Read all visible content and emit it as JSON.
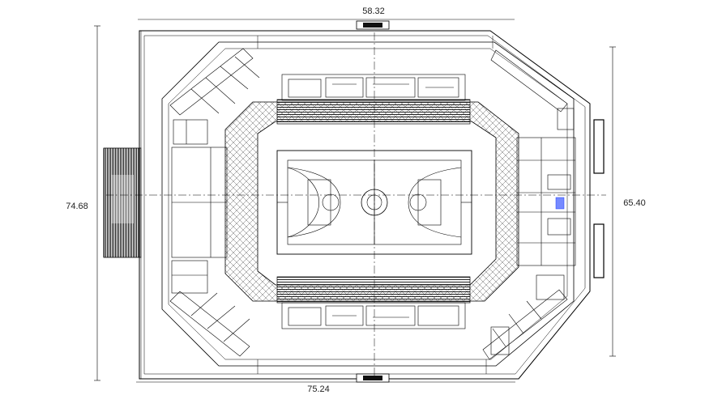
{
  "dimensions": {
    "top": "58.32",
    "left": "74.68",
    "right": "65.40",
    "bottom": "75.24"
  },
  "colors": {
    "line": "#000000",
    "background": "#ffffff",
    "hatch": "#444444",
    "blue_accent": "#1a3cff"
  }
}
